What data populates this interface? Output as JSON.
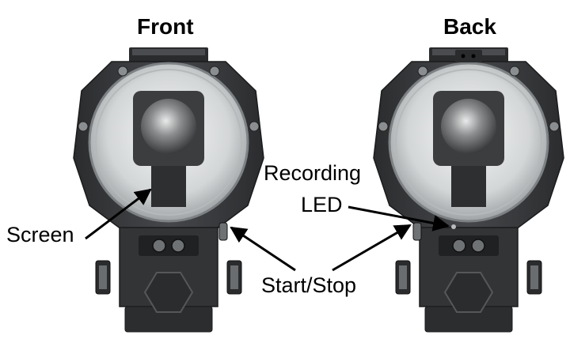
{
  "titles": {
    "front": "Front",
    "back": "Back"
  },
  "callouts": {
    "screen": "Screen",
    "recording_line1": "Recording",
    "recording_line2": "LED",
    "start_stop": "Start/Stop"
  },
  "colors": {
    "housing": "#3a3b3d",
    "housing_dark": "#1f2022",
    "dome_glass": "#d9dcdd",
    "lens": "#5a5b5c",
    "arrow": "#000000"
  },
  "icons": {
    "screw": "screw-icon",
    "button": "button-icon",
    "hexagon": "hexagon-icon"
  }
}
